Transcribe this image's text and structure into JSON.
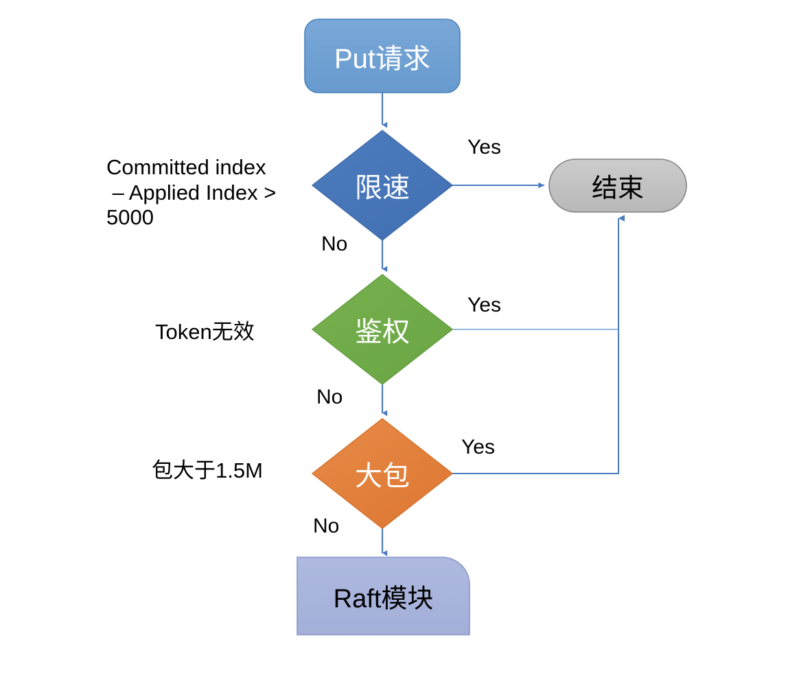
{
  "diagram": {
    "title": "Put request processing flowchart",
    "background": "#ffffff",
    "connector_color": "#5b8cc8",
    "nodes": {
      "start": {
        "id": "put-request",
        "label": "Put请求",
        "shape": "rounded-rectangle",
        "fill": "#6b9bd1",
        "stroke": "#4a80bb",
        "text_color": "#ffffff"
      },
      "rate_limit": {
        "id": "rate-limit-decision",
        "label": "限速",
        "shape": "diamond",
        "fill": "#4472b8",
        "stroke": "#2f5596",
        "text_color": "#ffffff"
      },
      "auth": {
        "id": "auth-decision",
        "label": "鉴权",
        "shape": "diamond",
        "fill": "#70ad47",
        "stroke": "#548235",
        "text_color": "#ffffff"
      },
      "big_packet": {
        "id": "big-packet-decision",
        "label": "大包",
        "shape": "diamond",
        "fill": "#e2803c",
        "stroke": "#c55a11",
        "text_color": "#ffffff"
      },
      "end": {
        "id": "end-node",
        "label": "结束",
        "shape": "stadium",
        "fill": "#c0c0c0",
        "stroke": "#7f7f7f",
        "text_color": "#000000"
      },
      "raft": {
        "id": "raft-module",
        "label": "Raft模块",
        "shape": "alternate-process",
        "fill": "#a8b3dc",
        "stroke": "#7f8fc4",
        "text_color": "#000000"
      }
    },
    "annotations": {
      "rate_limit_condition": "Committed index\n – Applied Index >\n5000",
      "auth_condition": "Token无效",
      "big_packet_condition": "包大于1.5M"
    },
    "edges": [
      {
        "id": "edge-put-to-ratelimit",
        "from": "put-request",
        "to": "rate-limit-decision",
        "label": ""
      },
      {
        "id": "edge-ratelimit-yes",
        "from": "rate-limit-decision",
        "to": "end-node",
        "label": "Yes"
      },
      {
        "id": "edge-ratelimit-no",
        "from": "rate-limit-decision",
        "to": "auth-decision",
        "label": "No"
      },
      {
        "id": "edge-auth-yes",
        "from": "auth-decision",
        "to": "end-node",
        "label": "Yes"
      },
      {
        "id": "edge-auth-no",
        "from": "auth-decision",
        "to": "big-packet-decision",
        "label": "No"
      },
      {
        "id": "edge-bigpacket-yes",
        "from": "big-packet-decision",
        "to": "end-node",
        "label": "Yes"
      },
      {
        "id": "edge-bigpacket-no",
        "from": "big-packet-decision",
        "to": "raft-module",
        "label": "No"
      }
    ],
    "edge_labels": {
      "rate_limit_yes": "Yes",
      "rate_limit_no": "No",
      "auth_yes": "Yes",
      "auth_no": "No",
      "big_packet_yes": "Yes",
      "big_packet_no": "No"
    }
  }
}
